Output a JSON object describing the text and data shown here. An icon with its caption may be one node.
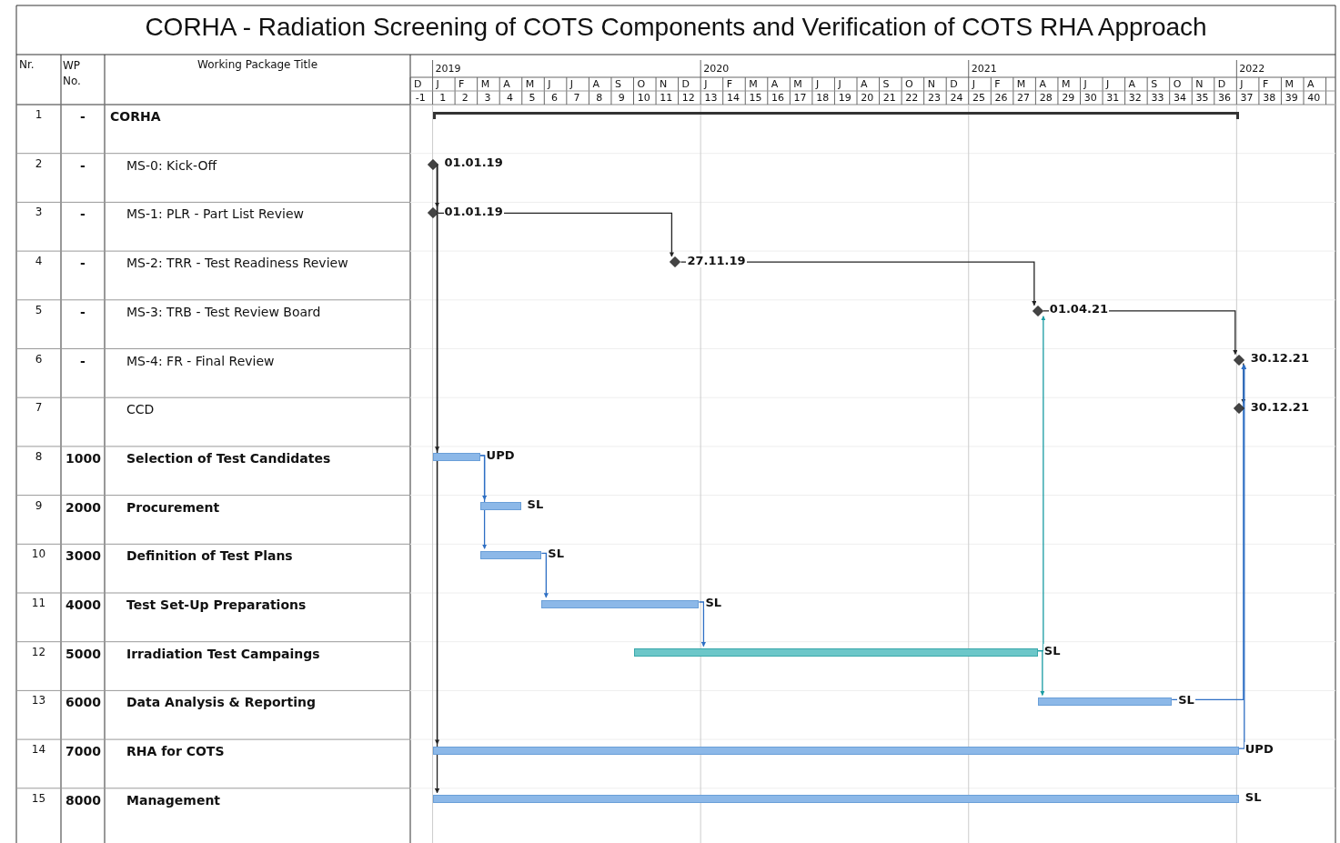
{
  "diagram": {
    "title": "CORHA - Radiation Screening of COTS Components and Verification of COTS RHA Approach",
    "nodes": [
      {
        "text": [],
        "shape": "bar"
      },
      {
        "text": [],
        "shape": "diamond",
        "beside": [
          "01.01.19"
        ]
      },
      {
        "text": [],
        "shape": "diamond",
        "beside": [
          "01.01.19"
        ]
      },
      {
        "text": [],
        "shape": "diamond",
        "beside": [
          "27.11.19"
        ]
      },
      {
        "text": [],
        "shape": "diamond",
        "beside": [
          "01.04.21"
        ]
      },
      {
        "text": [],
        "shape": "diamond",
        "beside": [
          "30.12.21"
        ]
      },
      {
        "text": [],
        "shape": "diamond",
        "beside": [
          "30.12.21"
        ]
      },
      {
        "text": [],
        "shape": "bar",
        "beside": [
          "UPD"
        ]
      },
      {
        "text": [],
        "shape": "bar",
        "beside": [
          "SL"
        ]
      },
      {
        "text": [],
        "shape": "bar",
        "beside": [
          "SL"
        ]
      },
      {
        "text": [],
        "shape": "bar",
        "beside": [
          "SL"
        ]
      },
      {
        "text": [],
        "shape": "bar",
        "beside": [
          "SL"
        ]
      },
      {
        "text": [],
        "shape": "bar",
        "beside": [
          "SL"
        ]
      },
      {
        "text": [],
        "shape": "bar",
        "beside": [
          "UPD"
        ]
      },
      {
        "text": [],
        "shape": "bar",
        "beside": [
          "SL"
        ]
      }
    ],
    "edges": [
      {
        "from": 1,
        "to": 2,
        "arrow": "to"
      },
      {
        "from": 1,
        "to": 7,
        "arrow": "to"
      },
      {
        "from": 1,
        "to": 13,
        "arrow": "to"
      },
      {
        "from": 1,
        "to": 14,
        "arrow": "to"
      },
      {
        "from": 2,
        "to": 3,
        "arrow": "to"
      },
      {
        "from": 3,
        "to": 4,
        "arrow": "to"
      },
      {
        "from": 4,
        "to": 5,
        "arrow": "to"
      },
      {
        "from": 5,
        "to": 6,
        "arrow": "to"
      },
      {
        "from": 7,
        "to": 8,
        "arrow": "to",
        "color": "#2e6fc4"
      },
      {
        "from": 7,
        "to": 9,
        "arrow": "to",
        "color": "#2e6fc4"
      },
      {
        "from": 9,
        "to": 10,
        "arrow": "to",
        "color": "#2e6fc4"
      },
      {
        "from": 10,
        "to": 11,
        "arrow": "to",
        "color": "#2e6fc4"
      },
      {
        "from": 11,
        "to": 12,
        "arrow": "to",
        "color": "#1a9ca3"
      },
      {
        "from": 11,
        "to": 4,
        "arrow": "to",
        "color": "#1a9ca3"
      },
      {
        "from": 12,
        "to": 5,
        "arrow": "to",
        "color": "#2e6fc4"
      },
      {
        "from": 13,
        "to": 5,
        "arrow": "to",
        "color": "#2e6fc4"
      }
    ],
    "labels": [
      "Nr.",
      "WP No.",
      "Working Package Title",
      "2019",
      "2020",
      "2021",
      "2022",
      "D",
      "J",
      "F",
      "M",
      "A",
      "M",
      "J",
      "J",
      "A",
      "S",
      "O",
      "N",
      "D",
      "J",
      "F",
      "M",
      "A",
      "M",
      "J",
      "J",
      "A",
      "S",
      "O",
      "N",
      "D",
      "J",
      "F",
      "M",
      "A",
      "M",
      "J",
      "J",
      "A",
      "S",
      "O",
      "N",
      "D",
      "J",
      "F",
      "M",
      "A",
      "-1",
      "1",
      "2",
      "3",
      "4",
      "5",
      "6",
      "7",
      "8",
      "9",
      "10",
      "11",
      "12",
      "13",
      "14",
      "15",
      "16",
      "17",
      "18",
      "19",
      "20",
      "21",
      "22",
      "23",
      "24",
      "25",
      "26",
      "27",
      "28",
      "29",
      "30",
      "31",
      "32",
      "33",
      "34",
      "35",
      "36",
      "37",
      "38",
      "39",
      "40",
      "1",
      "-",
      "CORHA",
      "2",
      "-",
      "MS-0: Kick-Off",
      "3",
      "-",
      "MS-1: PLR - Part List Review",
      "4",
      "-",
      "MS-2: TRR - Test Readiness Review",
      "5",
      "-",
      "MS-3: TRB - Test Review Board",
      "6",
      "-",
      "MS-4: FR - Final Review",
      "7",
      "CCD",
      "8",
      "1000",
      "Selection of Test Candidates",
      "9",
      "2000",
      "Procurement",
      "10",
      "3000",
      "Definition of Test Plans",
      "11",
      "4000",
      "Test Set-Up Preparations",
      "12",
      "5000",
      "Irradiation Test Campaings",
      "13",
      "6000",
      "Data Analysis & Reporting",
      "14",
      "7000",
      "RHA for COTS",
      "15",
      "8000",
      "Management"
    ]
  }
}
